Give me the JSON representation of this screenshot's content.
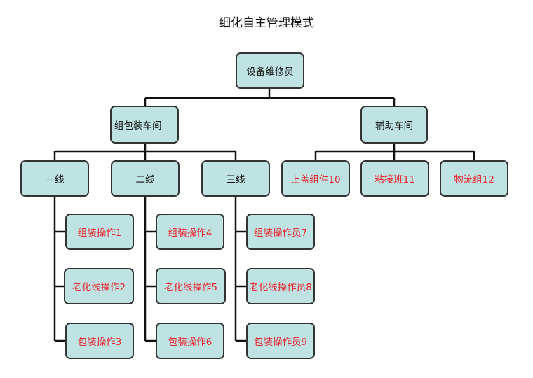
{
  "title": "细化自主管理模式",
  "root": {
    "label": "设备维修员"
  },
  "groups": [
    {
      "label": "组包装车间"
    },
    {
      "label": "辅助车间"
    }
  ],
  "lines": [
    {
      "label": "一线",
      "items": [
        "组装操作1",
        "老化线操作2",
        "包装操作3"
      ]
    },
    {
      "label": "二线",
      "items": [
        "组装操作4",
        "老化线操作5",
        "包装操作6"
      ]
    },
    {
      "label": "三线",
      "items": [
        "组装操作员7",
        "老化线操作员8",
        "包装操作员9"
      ]
    }
  ],
  "aux_units": [
    "上盖组件10",
    "粘接班11",
    "物流组12"
  ],
  "colors": {
    "box_fill": "#bfe3e3",
    "box_border": "#333333",
    "connector": "#111111",
    "text": "#111111",
    "highlight_text": "#e8242d"
  }
}
